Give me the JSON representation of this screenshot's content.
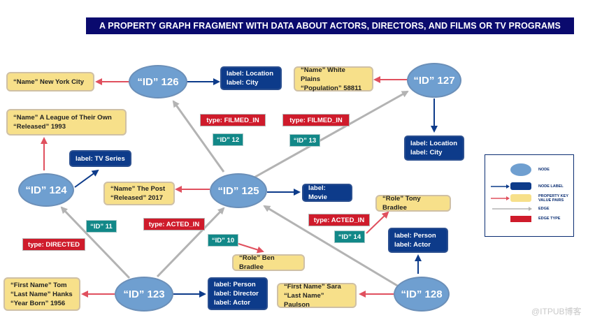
{
  "title": "A PROPERTY GRAPH FRAGMENT WITH DATA ABOUT ACTORS, DIRECTORS, AND FILMS OR TV PROGRAMS",
  "nodes": {
    "n126": "“ID” 126",
    "n127": "“ID” 127",
    "n124": "“ID” 124",
    "n125": "“ID” 125",
    "n123": "“ID” 123",
    "n128": "“ID” 128"
  },
  "labels": {
    "l126": [
      "label: Location",
      "label: City"
    ],
    "l127": [
      "label: Location",
      "label: City"
    ],
    "l124": [
      "label: TV Series"
    ],
    "l125": [
      "label: Movie"
    ],
    "l123": [
      "label: Person",
      "label: Director",
      "label: Actor"
    ],
    "l128": [
      "label: Person",
      "label: Actor"
    ]
  },
  "properties": {
    "p126": [
      "“Name” New York City"
    ],
    "p127": [
      "“Name” White Plains",
      "“Population” 58811"
    ],
    "p124": [
      "“Name” A League of Their Own",
      "“Released” 1993"
    ],
    "p125": [
      "“Name” The Post",
      "“Released” 2017"
    ],
    "p123": [
      "“First Name” Tom",
      "“Last Name” Hanks",
      "“Year Born” 1956"
    ],
    "p128": [
      "“First Name” Sara",
      "“Last Name” Paulson"
    ],
    "pe10": [
      "“Role” Ben Bradlee"
    ],
    "pe14": [
      "“Role” Tony Bradlee"
    ]
  },
  "edge_types": {
    "t12": "type: FILMED_IN",
    "t13": "type: FILMED_IN",
    "t10": "type: ACTED_IN",
    "t14": "type: ACTED_IN",
    "t11": "type: DIRECTED"
  },
  "edge_ids": {
    "e12": "“ID” 12",
    "e13": "“ID” 13",
    "e10": "“ID” 10",
    "e14": "“ID” 14",
    "e11": "“ID” 11"
  },
  "legend": {
    "node": "NODE",
    "node_label": "NODE LABEL",
    "property_line1": "PROPERTY KEY",
    "property_line2": "VALUE PAIRS",
    "edge": "EDGE",
    "edge_type": "EDGE TYPE"
  },
  "watermark": "@ITPUB博客",
  "colors": {
    "node": "#6f9fd0",
    "node_label": "#0d3b8a",
    "property": "#f7e08a",
    "edge_type": "#cf1b2b",
    "edge_id": "#128888",
    "edge": "#b3b3b3",
    "label_arrow": "#0d3b8a",
    "property_arrow": "#e0505e",
    "title_bar": "#0a0a6e"
  }
}
